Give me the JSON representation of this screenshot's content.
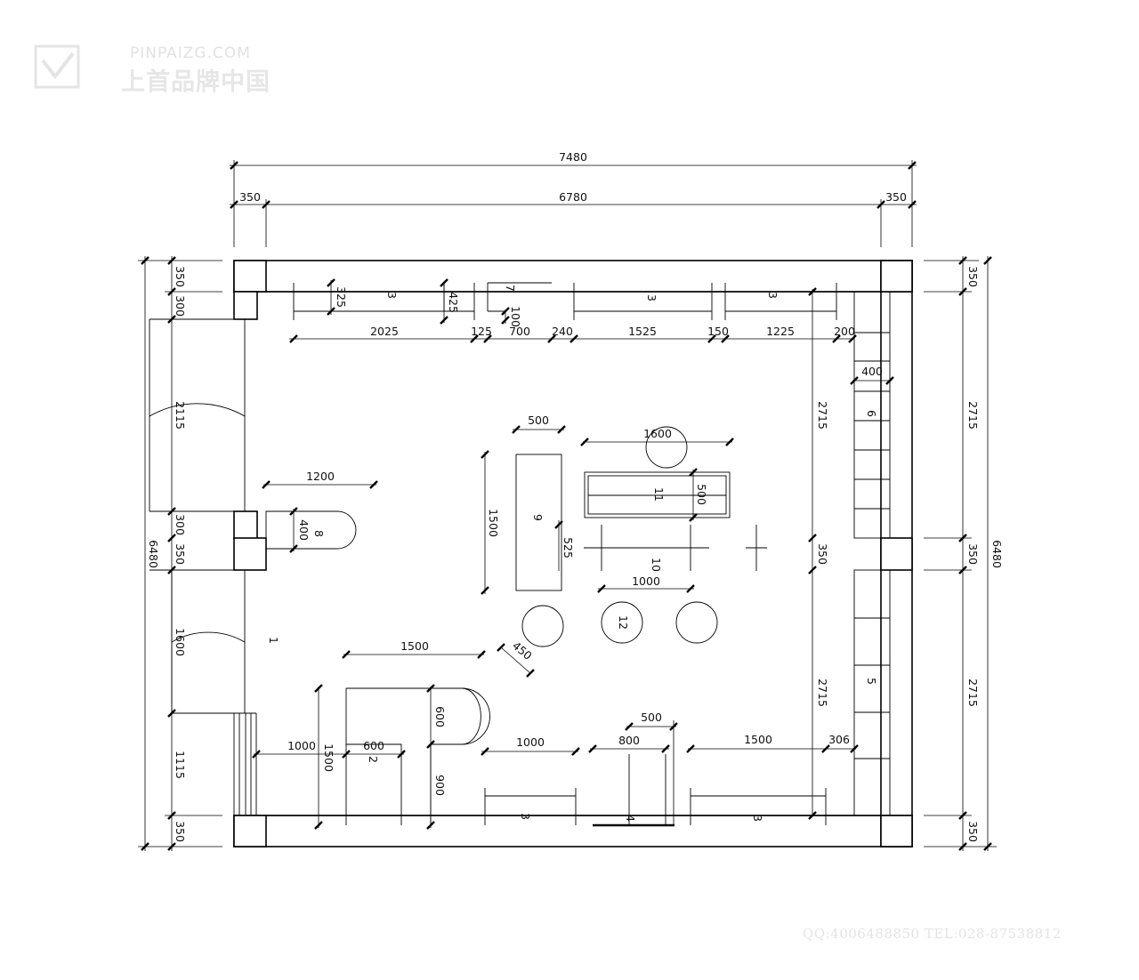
{
  "watermark": {
    "english": "PINPAIZG.COM",
    "chinese": "上首品牌中国"
  },
  "contact": "QQ:4006488850  TEL:028-87538812",
  "dimensions_horizontal": {
    "overall_width": "7480",
    "wall_left": "350",
    "inner_width": "6780",
    "wall_right": "350",
    "top_run": [
      "2025",
      "125",
      "700",
      "240",
      "1525",
      "150",
      "1225",
      "200"
    ],
    "shelf_depth_325": "325",
    "shelf_depth_425": "425",
    "gap_100": "100",
    "right_shelf_depth": "400",
    "table_9_width": "500",
    "table_11_width": "1600",
    "bench_8_length": "1200",
    "stools_spacing": "1000",
    "counter_2_width": "1500",
    "counter_2_offset": "1000",
    "counter_2_inner": "600",
    "bottom_run": [
      "1000",
      "800",
      "500",
      "1500",
      "306"
    ]
  },
  "dimensions_vertical": {
    "overall_height": "6480",
    "left_wall_top": "350",
    "left_pier_top": "300",
    "door_top": "2115",
    "left_pier_mid": "300",
    "left_wall_mid": "350",
    "door_bottom": "1600",
    "left_bottom_run": "1115",
    "left_wall_bottom": "350",
    "table_9_length": "1500",
    "table_11_depth": "500",
    "rack_10_depth": "525",
    "bench_8_depth": "400",
    "counter_2_depth_600": "600",
    "counter_2_depth_900": "900",
    "counter_2_depth_1500": "1500",
    "stool_diameter": "450",
    "right_wall_top": "350",
    "right_run_top": "2715",
    "right_wall_mid": "350",
    "right_run_bottom": "2715",
    "right_wall_bottom": "350",
    "inner_run_top": "2715",
    "inner_mid": "350",
    "inner_run_bottom": "2715"
  },
  "labels": {
    "entrance": "1",
    "counter": "2",
    "shelf_top_1": "3",
    "shelf_top_2": "3",
    "shelf_top_3": "3",
    "shelf_bottom_1": "3",
    "shelf_bottom_2": "3",
    "mirror": "4",
    "wall_shelf_lower": "5",
    "wall_shelf_upper": "6",
    "display_7": "7",
    "bench": "8",
    "table_9": "9",
    "rack": "10",
    "table_11": "11",
    "stools": "12"
  }
}
